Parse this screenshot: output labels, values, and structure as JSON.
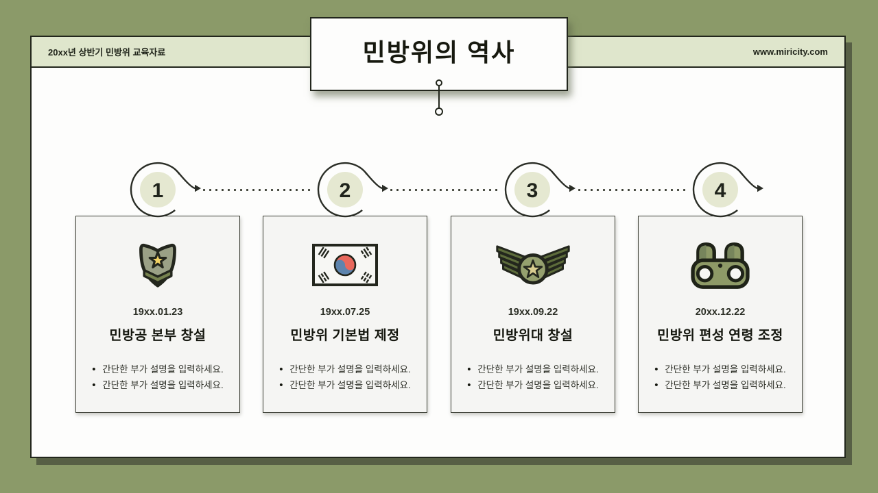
{
  "header": {
    "left_label": "20xx년 상반기 민방위 교육자료",
    "right_label": "www.miricity.com"
  },
  "title": {
    "text": "민방위의 역사"
  },
  "timeline": {
    "nodes": [
      {
        "number": "1"
      },
      {
        "number": "2"
      },
      {
        "number": "3"
      },
      {
        "number": "4"
      }
    ]
  },
  "cards": [
    {
      "icon": "shield-badge-icon",
      "date": "19xx.01.23",
      "title": "민방공 본부 창설",
      "bullets": [
        "간단한 부가 설명을 입력하세요.",
        "간단한 부가 설명을 입력하세요."
      ]
    },
    {
      "icon": "korean-flag-icon",
      "date": "19xx.07.25",
      "title": "민방위 기본법 제정",
      "bullets": [
        "간단한 부가 설명을 입력하세요.",
        "간단한 부가 설명을 입력하세요."
      ]
    },
    {
      "icon": "rank-insignia-icon",
      "date": "19xx.09.22",
      "title": "민방위대 창설",
      "bullets": [
        "간단한 부가 설명을 입력하세요.",
        "간단한 부가 설명을 입력하세요."
      ]
    },
    {
      "icon": "binoculars-icon",
      "date": "20xx.12.22",
      "title": "민방위 편성 연령 조정",
      "bullets": [
        "간단한 부가 설명을 입력하세요.",
        "간단한 부가 설명을 입력하세요."
      ]
    }
  ],
  "colors": {
    "background": "#8b9a69",
    "band": "#dfe6cc",
    "card_bg": "#f5f5f3",
    "ink": "#22261c",
    "node_fill": "#e5e8d1",
    "olive_icon": "#8e9a67",
    "star_yellow": "#f2d264",
    "flag_red": "#e8685c",
    "flag_blue": "#5d84ad"
  }
}
